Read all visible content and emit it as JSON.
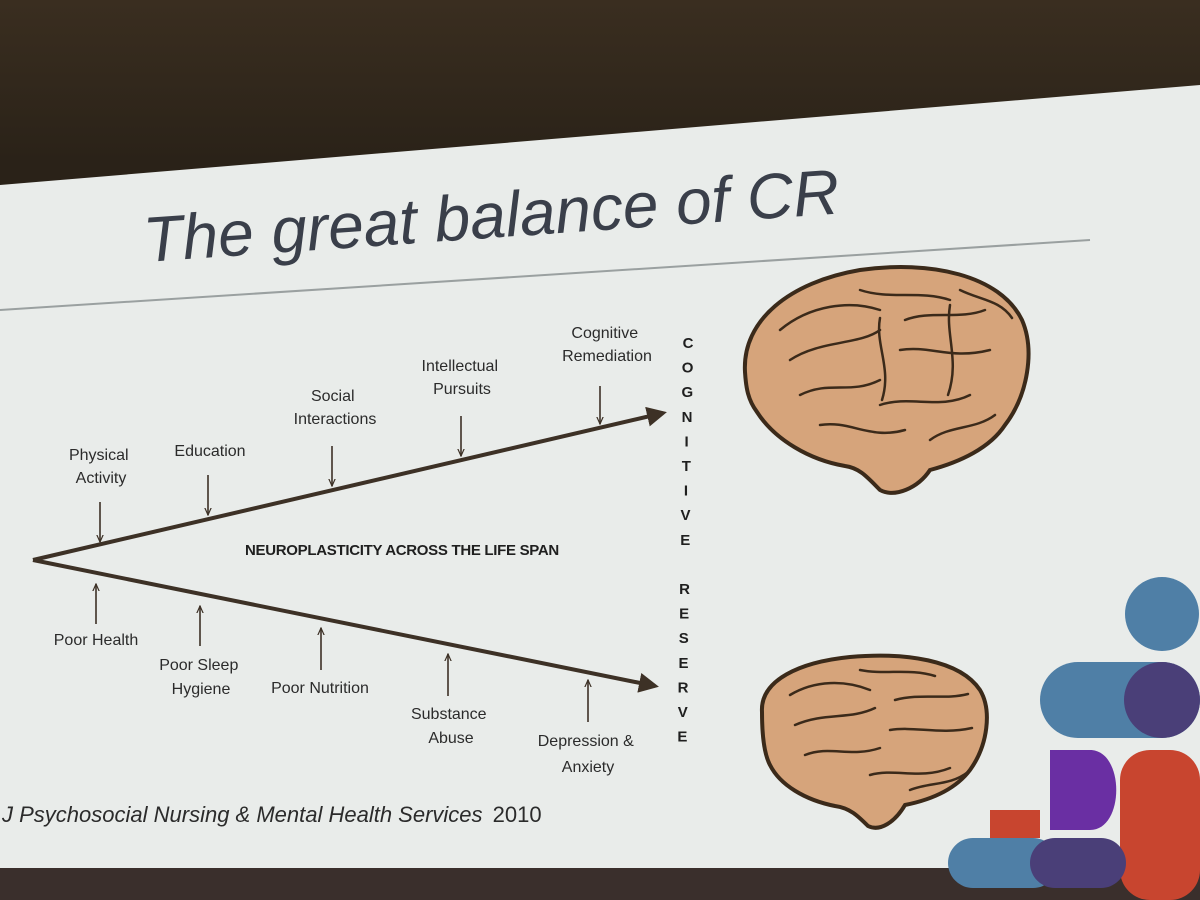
{
  "slide": {
    "title": "The great balance of CR",
    "center_label": "NEUROPLASTICITY ACROSS THE LIFE SPAN",
    "vertical_text": [
      "C",
      "O",
      "G",
      "N",
      "I",
      "T",
      "I",
      "V",
      "E",
      "",
      "R",
      "E",
      "S",
      "E",
      "R",
      "V",
      "E"
    ],
    "positive_factors": [
      [
        "Physical",
        "Activity"
      ],
      [
        "Education"
      ],
      [
        "Social",
        "Interactions"
      ],
      [
        "Intellectual",
        "Pursuits"
      ],
      [
        "Cognitive",
        "Remediation"
      ]
    ],
    "negative_factors": [
      [
        "Poor Health"
      ],
      [
        "Poor Sleep",
        "Hygiene"
      ],
      [
        "Poor Nutrition"
      ],
      [
        "Substance",
        "Abuse"
      ],
      [
        "Depression &",
        "Anxiety"
      ]
    ],
    "citation": {
      "journal": "J Psychosocial Nursing & Mental Health Services",
      "year": "2010"
    }
  },
  "colors": {
    "screen": "#e9ecea",
    "arrow": "#3d3126",
    "brain": "#d6a47b",
    "deco_blue": "#4f7fa6",
    "deco_purple": "#4a3f78",
    "deco_violet": "#6a2fa3",
    "deco_red": "#c8452f"
  }
}
